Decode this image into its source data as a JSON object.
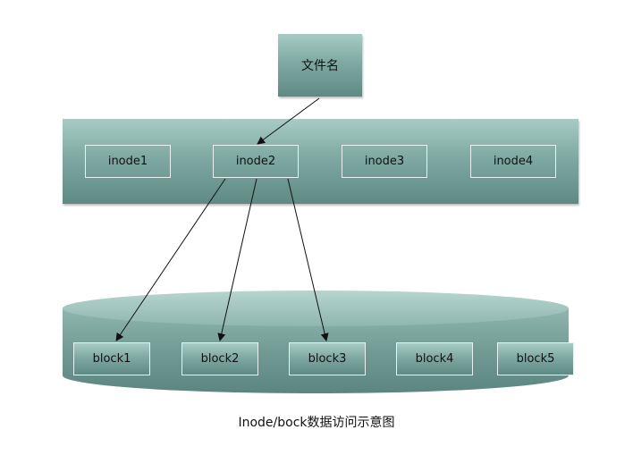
{
  "file": {
    "label": "文件名"
  },
  "inodes": [
    "inode1",
    "inode2",
    "inode3",
    "inode4"
  ],
  "blocks": [
    "block1",
    "block2",
    "block3",
    "block4",
    "block5"
  ],
  "caption": "Inode/bock数据访问示意图",
  "colors": {
    "box_light": "#a8cbc5",
    "box_mid": "#7fa9a2",
    "box_dark": "#5f8a83",
    "arrow": "#111111"
  }
}
